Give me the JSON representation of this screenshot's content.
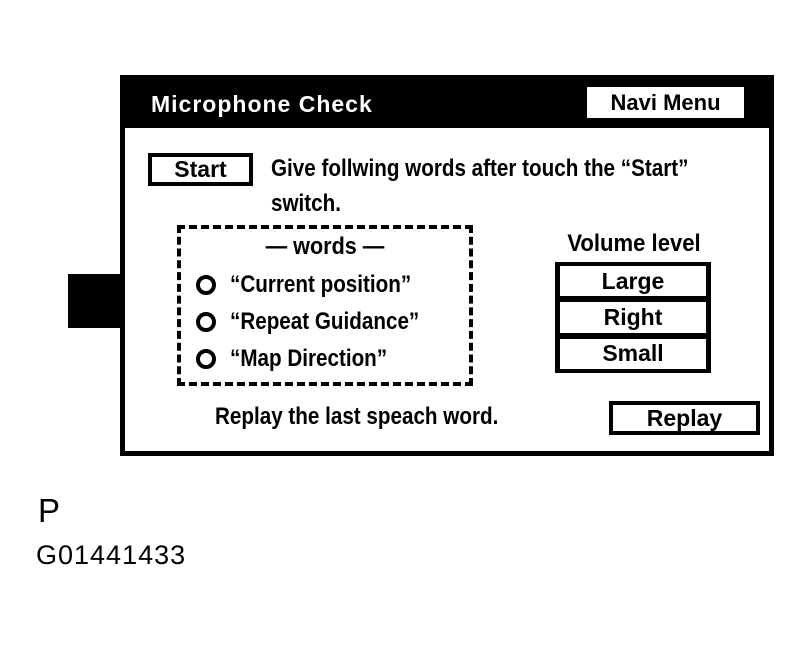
{
  "screen": {
    "title": "Microphone Check",
    "navi_menu_label": "Navi Menu",
    "start_label": "Start",
    "instruction_line1": "Give follwing words after touch the “Start”",
    "instruction_line2": "switch.",
    "words_box": {
      "title": "— words —",
      "items": [
        "“Current position”",
        "“Repeat Guidance”",
        "“Map Direction”"
      ]
    },
    "volume": {
      "label": "Volume level",
      "options": [
        "Large",
        "Right",
        "Small"
      ]
    },
    "replay_caption": "Replay the last speach word.",
    "replay_label": "Replay"
  },
  "figure": {
    "pointer": "solid-right-arrow",
    "label_p": "P",
    "figure_id": "G01441433"
  },
  "colors": {
    "fg": "#000000",
    "bg": "#ffffff"
  }
}
